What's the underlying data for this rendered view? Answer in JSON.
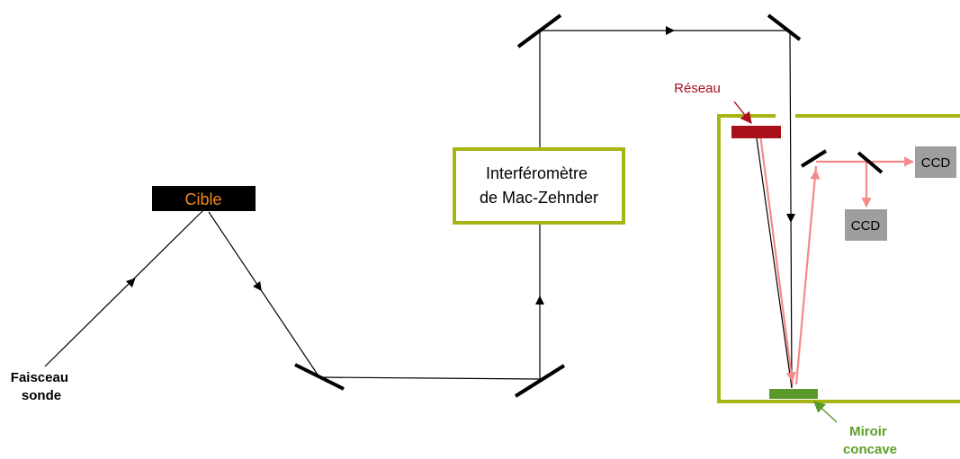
{
  "labels": {
    "probe_beam": [
      "Faisceau",
      "sonde"
    ],
    "target": "Cible",
    "interferometer": [
      "Interféromètre",
      "de Mac-Zehnder"
    ],
    "grating": "Réseau",
    "concave_mirror": [
      "Miroir",
      "concave"
    ],
    "ccd_right": "CCD",
    "ccd_bottom": "CCD"
  },
  "colors": {
    "beam": "#000000",
    "spectral_beam": "#f48a8a",
    "box_border": "#a8b414",
    "target_fill": "#000000",
    "target_text": "#f08c1e",
    "grating_fill": "#a8101a",
    "grating_text": "#a8101a",
    "concave_mirror_fill": "#5a9a2a",
    "concave_mirror_text": "#5aa02a",
    "ccd_fill": "#9e9e9e",
    "mirror": "#000000"
  }
}
